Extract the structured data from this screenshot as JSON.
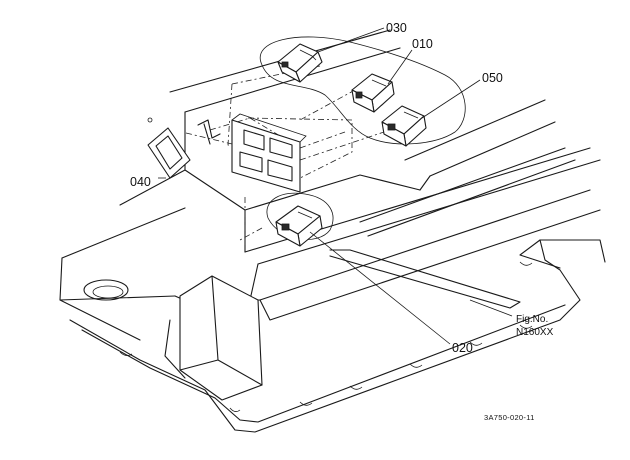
{
  "callouts": {
    "p030": "030",
    "p010": "010",
    "p050": "050",
    "p040": "040",
    "p020": "020"
  },
  "fig": {
    "line1": "Fig.No.",
    "line2": "N160XX"
  },
  "ref_code": "3A750-020-11"
}
